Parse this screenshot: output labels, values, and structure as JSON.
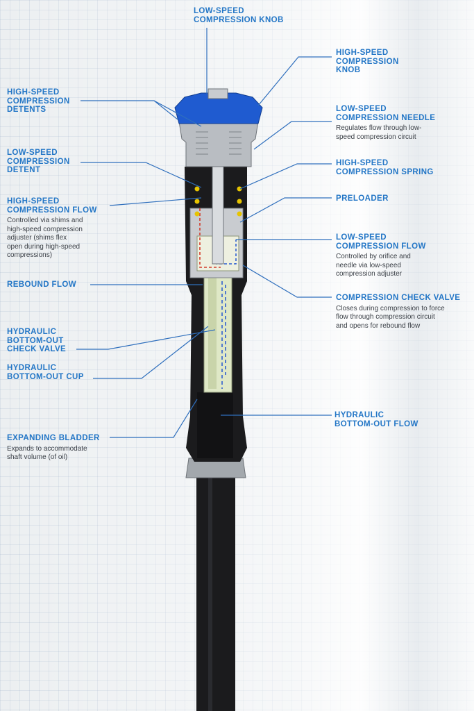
{
  "colors": {
    "label_blue": "#2376c6",
    "leader_line": "#2f6fbd",
    "knob_blue": "#1f5bd0",
    "body_black": "#1b1b1d",
    "oil_fill": "#dfe8c6",
    "flow_red": "#d23a2a",
    "flow_blue": "#2f5fd0",
    "spring_yellow": "#e7c400"
  },
  "labels": {
    "ls_knob": {
      "title": "LOW-SPEED\nCOMPRESSION KNOB"
    },
    "hs_knob": {
      "title": "HIGH-SPEED\nCOMPRESSION\nKNOB"
    },
    "hs_detents": {
      "title": "HIGH-SPEED\nCOMPRESSION\nDETENTS"
    },
    "ls_needle": {
      "title": "LOW-SPEED\nCOMPRESSION NEEDLE",
      "desc": "Regulates flow through low-\nspeed compression circuit"
    },
    "ls_detent": {
      "title": "LOW-SPEED\nCOMPRESSION\nDETENT"
    },
    "hs_spring": {
      "title": "HIGH-SPEED\nCOMPRESSION SPRING"
    },
    "preloader": {
      "title": "PRELOADER"
    },
    "hs_flow": {
      "title": "HIGH-SPEED\nCOMPRESSION FLOW",
      "desc": "Controlled via shims and\nhigh-speed compression\nadjuster (shims flex\nopen during high-speed\ncompressions)"
    },
    "ls_flow": {
      "title": "LOW-SPEED\nCOMPRESSION FLOW",
      "desc": "Controlled by orifice and\nneedle via low-speed\ncompression adjuster"
    },
    "rebound_flow": {
      "title": "REBOUND FLOW"
    },
    "check_valve": {
      "title": "COMPRESSION CHECK VALVE",
      "desc": "Closes during compression to force\nflow through compression circuit\nand opens for rebound flow"
    },
    "hbo_check": {
      "title": "HYDRAULIC\nBOTTOM-OUT\nCHECK VALVE"
    },
    "hbo_cup": {
      "title": "HYDRAULIC\nBOTTOM-OUT CUP"
    },
    "hbo_flow": {
      "title": "HYDRAULIC\nBOTTOM-OUT FLOW"
    },
    "bladder": {
      "title": "EXPANDING BLADDER",
      "desc": "Expands to accommodate\nshaft volume (of oil)"
    }
  }
}
